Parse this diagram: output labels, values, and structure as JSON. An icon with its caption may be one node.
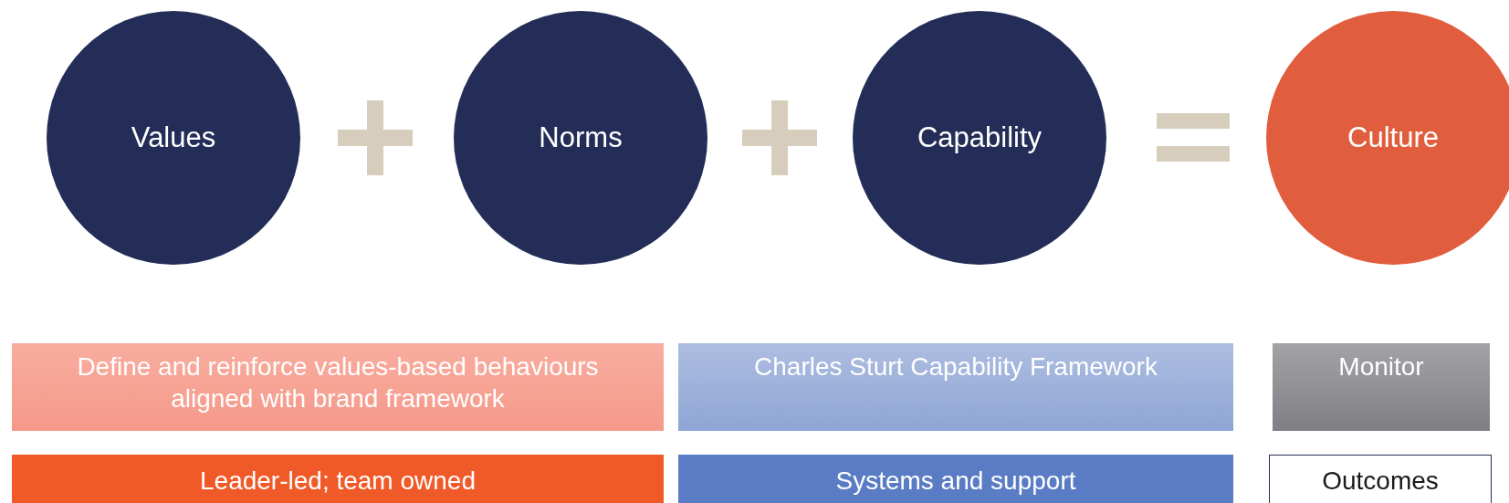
{
  "diagram": {
    "nodes": [
      {
        "text": [
          "Values"
        ]
      },
      {
        "text": [
          "Norms"
        ]
      },
      {
        "text": [
          "Capability"
        ]
      },
      {
        "text": [
          "Culture"
        ]
      },
      {
        "text": [
          "Define and reinforce values-based behaviours aligned with brand framework"
        ]
      },
      {
        "text": [
          "Charles Sturt Capability Framework"
        ]
      },
      {
        "text": [
          "Monitor"
        ]
      },
      {
        "text": [
          "Leader-led; team owned"
        ]
      },
      {
        "text": [
          "Systems and support"
        ]
      },
      {
        "text": [
          "Outcomes"
        ]
      }
    ]
  }
}
